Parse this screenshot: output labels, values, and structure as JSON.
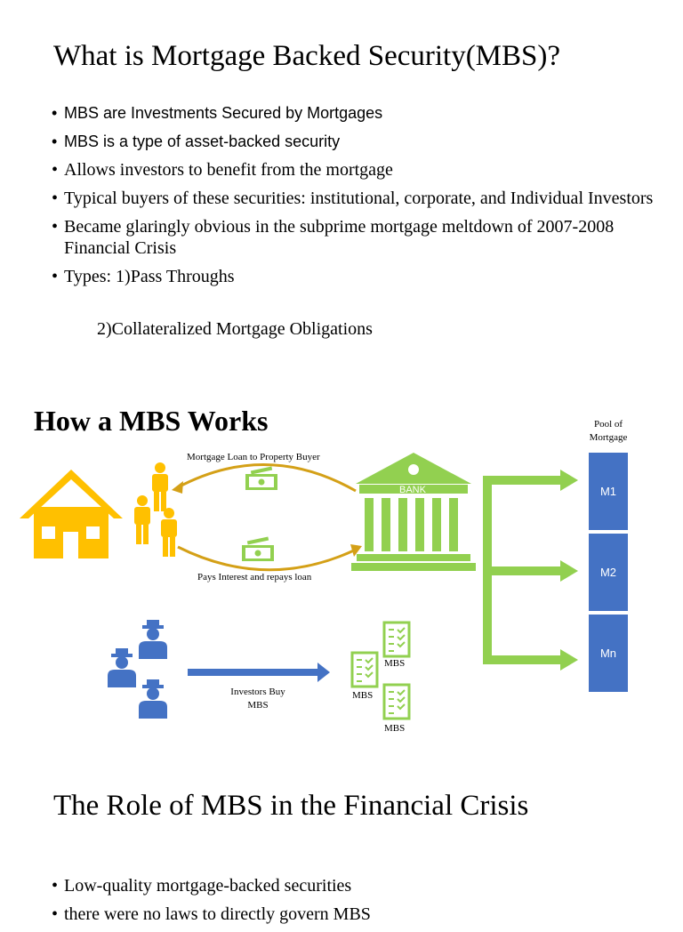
{
  "slide1": {
    "title": "What is Mortgage Backed Security(MBS)?",
    "bullets": [
      "MBS are Investments Secured by Mortgages",
      "MBS is a type of asset-backed security",
      "Allows investors to benefit from the mortgage",
      "Typical buyers of these securities: institutional, corporate, and Individual Investors",
      "Became glaringly obvious in the subprime mortgage meltdown of 2007-2008 Financial Crisis",
      "Types: 1)Pass Throughs"
    ],
    "types_second": "2)Collateralized Mortgage Obligations",
    "bullet_char": "•"
  },
  "slide2": {
    "title": "How a MBS Works",
    "pool_label": "Pool of Mortgage",
    "loan_label": "Mortgage Loan to Property Buyer",
    "repay_label": "Pays Interest and repays loan",
    "bank_label": "BANK",
    "pool_items": [
      "M1",
      "M2",
      "Mn"
    ],
    "investors_label_line1": "Investors Buy",
    "investors_label_line2": "MBS",
    "mbs_doc_labels": [
      "MBS",
      "MBS",
      "MBS"
    ],
    "colors": {
      "house": "#ffc000",
      "bank": "#92d050",
      "pool": "#4472c4",
      "arrow_green": "#92d050",
      "arrow_blue": "#4472c4",
      "curve": "#d4a017"
    },
    "icons": [
      "house-icon",
      "people-icon",
      "money-icon",
      "bank-icon",
      "investors-icon",
      "document-icon"
    ]
  },
  "slide3": {
    "title": "The Role of MBS in the Financial Crisis",
    "bullets": [
      "Low-quality mortgage-backed securities",
      "there were no laws to directly govern MBS"
    ]
  }
}
